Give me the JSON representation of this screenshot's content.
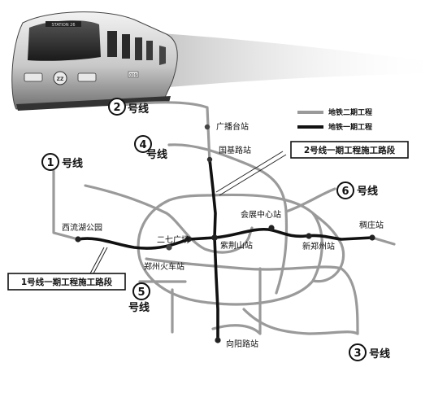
{
  "train": {
    "destination_sign": "STATION 26",
    "car_number": "009"
  },
  "legend": {
    "phase2": "地铁二期工程",
    "phase1": "地铁一期工程"
  },
  "lines": {
    "l1": {
      "num": "1",
      "label": "号线"
    },
    "l2": {
      "num": "2",
      "label": "号线"
    },
    "l3": {
      "num": "3",
      "label": "号线"
    },
    "l4": {
      "num": "4",
      "label": "号线"
    },
    "l5": {
      "num": "5",
      "label": "号线"
    },
    "l6": {
      "num": "6",
      "label": "号线"
    }
  },
  "stations": {
    "guangbotai": "广播台站",
    "guojilu": "国基路站",
    "huizhan": "会展中心站",
    "shenzhuang": "稠庄站",
    "xinzhengzhou": "新郑州站",
    "zijingshan": "紫荆山站",
    "erqi": "二七广场",
    "zhengzhouhuoche": "郑州火车站",
    "xiliuhu": "西流湖公园",
    "xiangyanglu": "向阳路站"
  },
  "callouts": {
    "line2": "2号线一期工程施工路段",
    "line1": "1号线一期工程施工路段"
  },
  "colors": {
    "phase1": "#111111",
    "phase2": "#9a9a9a"
  }
}
